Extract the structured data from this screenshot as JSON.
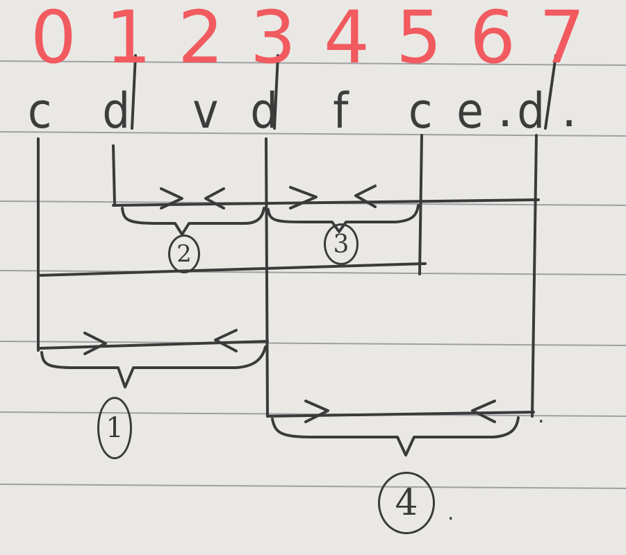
{
  "indices": [
    "0",
    "1",
    "2",
    "3",
    "4",
    "5",
    "6",
    "7"
  ],
  "letters": [
    "c",
    "d",
    "v",
    "d",
    "f",
    "c",
    "e",
    "d"
  ],
  "trailing_dot": ".",
  "group_labels": [
    "1",
    "2",
    "3",
    "4"
  ],
  "colors": {
    "index_red": "#f15a5f",
    "ink": "#3a3a3a",
    "paper": "#e9e8e4",
    "ruled_line": "#9e9fa3"
  }
}
